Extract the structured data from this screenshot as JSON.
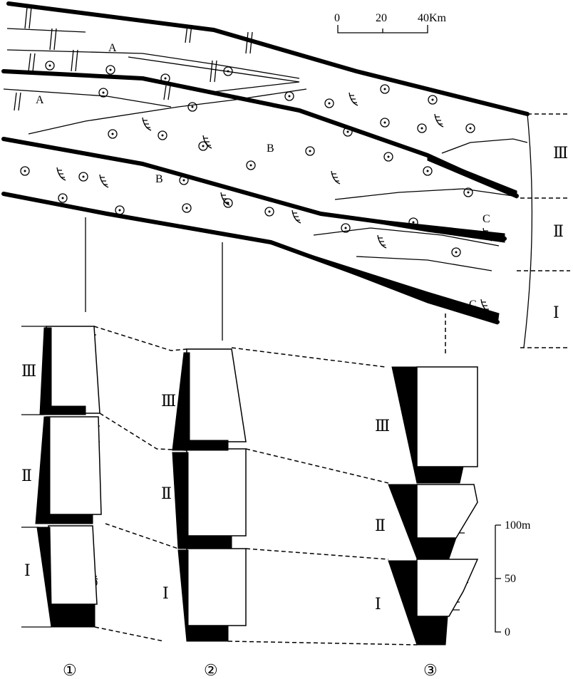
{
  "scale_bar": {
    "ticks": [
      "0",
      "20",
      "40Km"
    ]
  },
  "facies_labels": {
    "a1": "A",
    "a2": "A",
    "b1": "B",
    "b2": "B",
    "c1": "C",
    "c2": "C"
  },
  "units": {
    "iii": "Ⅲ",
    "ii": "Ⅱ",
    "i": "Ⅰ"
  },
  "vertical_scale": {
    "top": "100m",
    "mid": "50",
    "bottom": "0"
  },
  "columns": [
    "①",
    "②",
    "③"
  ]
}
